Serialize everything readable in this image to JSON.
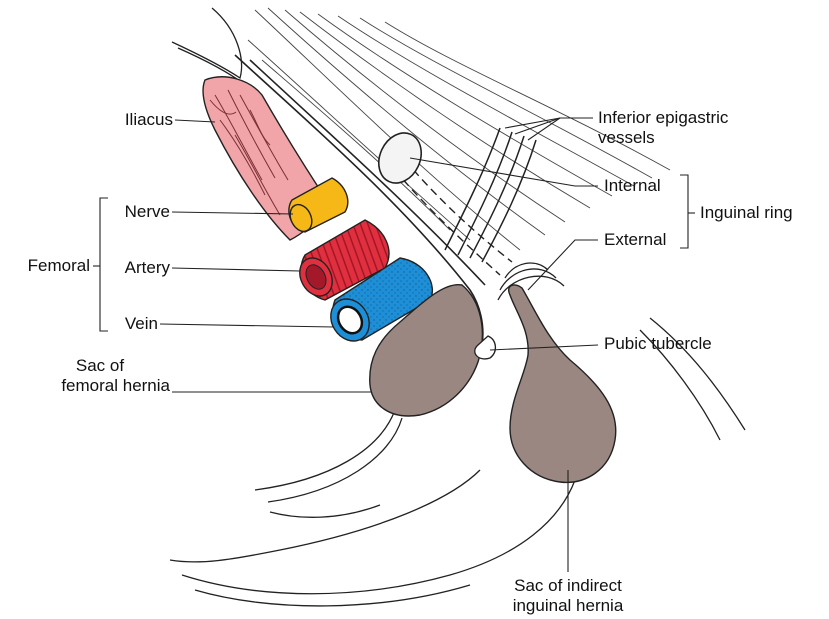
{
  "labels": {
    "iliacus": "Iliacus",
    "nerve": "Nerve",
    "artery": "Artery",
    "vein": "Vein",
    "femoral": "Femoral",
    "sac_femoral_1": "Sac of",
    "sac_femoral_2": "femoral hernia",
    "inferior_epigastric_1": "Inferior epigastric",
    "inferior_epigastric_2": "vessels",
    "internal": "Internal",
    "external": "External",
    "inguinal_ring": "Inguinal ring",
    "pubic_tubercle": "Pubic tubercle",
    "sac_indirect_1": "Sac of indirect",
    "sac_indirect_2": "inguinal hernia"
  },
  "colors": {
    "iliacus": "#f2a5a8",
    "nerve": "#f6b816",
    "artery": "#e0303f",
    "vein": "#1e8fd6",
    "hernia_sac": "#9a8782",
    "line": "#222222"
  }
}
